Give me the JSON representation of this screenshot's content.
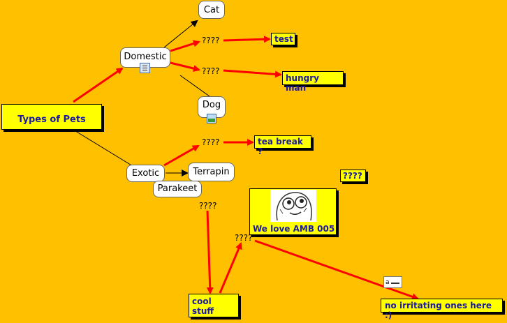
{
  "colors": {
    "background": "#FFC000",
    "arrow": "#FF0000",
    "connector": "#000000",
    "concept_text": "#1a1aa0"
  },
  "nodes": {
    "types_of_pets": "Types of Pets",
    "domestic": "Domestic",
    "exotic": "Exotic",
    "cat": "Cat",
    "dog": "Dog",
    "terrapin": "Terrapin",
    "parakeet": "Parakeet",
    "test": "test",
    "hungry_man": "hungry man",
    "tea_break": "tea break ?",
    "floating": "????",
    "we_love": "We love AMB 005",
    "cool_stuff": "cool stuff",
    "no_irritating": "no irritating ones here :)"
  },
  "links": {
    "l1": "????",
    "l2": "????",
    "l3": "????",
    "l4": "????",
    "l5": "????"
  },
  "icons": {
    "domestic_attachment": "document-icon",
    "dog_attachment": "image-icon",
    "text_attachment": "text-annotation-icon",
    "meme_face": "rage-face-image"
  }
}
